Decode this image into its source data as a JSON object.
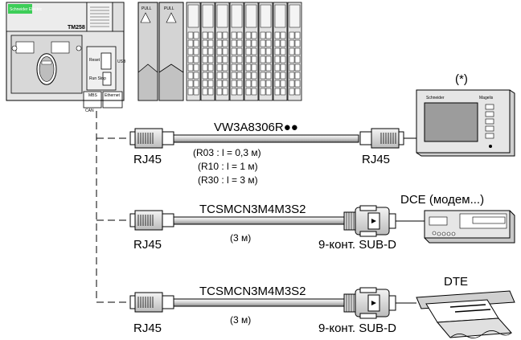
{
  "controller": {
    "brand": "Schneider Electric",
    "model": "TM258",
    "slot_labels": [
      "PULL",
      "PULL"
    ],
    "port_labels": [
      "Reset",
      "Run Stop",
      "MBS",
      "CAN",
      "Ethernet",
      "USB"
    ]
  },
  "cables": [
    {
      "id": "hmi",
      "reference": "VW3A8306R●●",
      "length_notes": [
        "(R03 : l = 0,3 м)",
        "(R10 : l = 1 м)",
        "(R30 : l = 3 м)"
      ],
      "left_connector": "RJ45",
      "right_connector": "RJ45"
    },
    {
      "id": "dce",
      "reference": "TCSMCN3M4M3S2",
      "length_note": "(3 м)",
      "left_connector": "RJ45",
      "right_connector": "9-конт. SUB-D"
    },
    {
      "id": "dte",
      "reference": "TCSMCN3M4M3S2",
      "length_note": "(3 м)",
      "left_connector": "RJ45",
      "right_connector": "9-конт. SUB-D"
    }
  ],
  "devices": {
    "hmi": {
      "footnote": "(*)",
      "brand": "Schneider",
      "product": "Magelis"
    },
    "dce": {
      "label": "DCE (модем...)"
    },
    "dte": {
      "label": "DTE"
    }
  },
  "colors": {
    "line": "#000000",
    "device_fill": "#e6e6e6",
    "device_dark": "#bdbdbd",
    "screen": "#9c9c9c",
    "brand_green": "#3dcd58"
  }
}
